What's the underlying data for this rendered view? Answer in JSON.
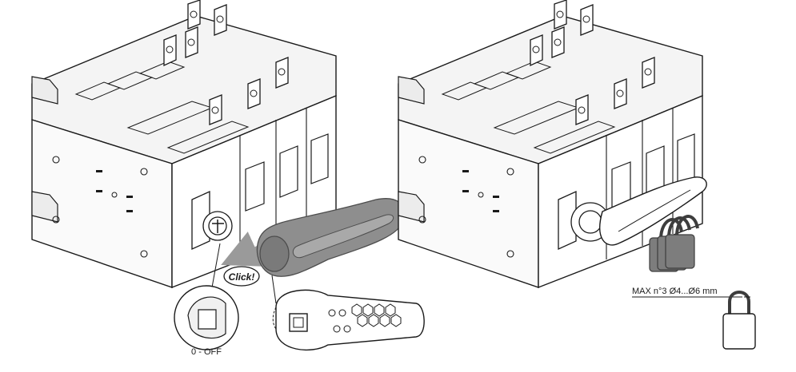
{
  "labels": {
    "click": "Click!",
    "off_position": "0 - OFF",
    "padlock_spec": "MAX n°3  Ø4...Ø6 mm"
  },
  "colors": {
    "line": "#1a1a1a",
    "handle_gray": "#8e8e8e",
    "handle_dark": "#5a5a5a",
    "arrow_gray": "#9a9a9a",
    "padlock_gray": "#7d7d7d",
    "background": "#ffffff"
  },
  "icons": [
    "switch-body",
    "rotary-handle",
    "insert-arrow",
    "padlock-icon"
  ]
}
